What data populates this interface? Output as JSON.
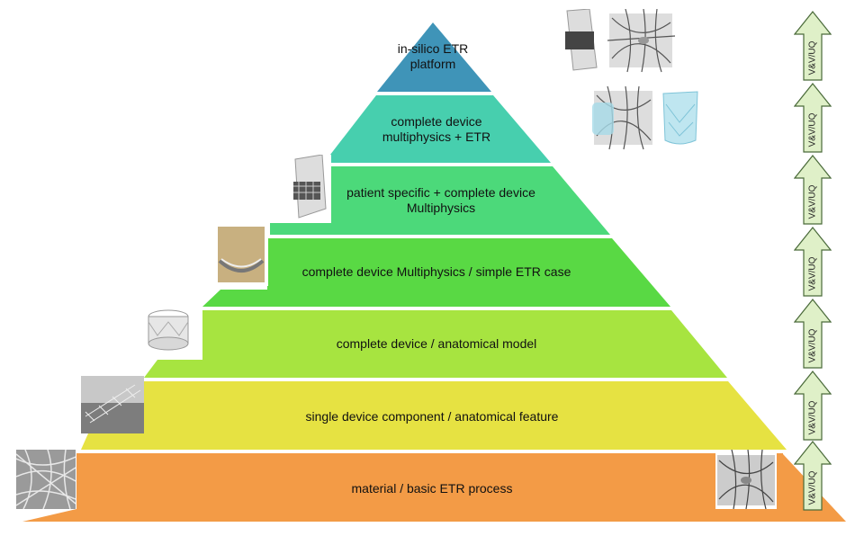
{
  "layers": [
    {
      "label_lines": [
        "in-silico ETR",
        "platform"
      ],
      "color": "#3f94b8"
    },
    {
      "label_lines": [
        "complete device",
        "multiphysics + ETR"
      ],
      "color": "#47cfae"
    },
    {
      "label_lines": [
        "patient specific + complete device",
        "Multiphysics"
      ],
      "color": "#4cd97a"
    },
    {
      "label_lines": [
        "complete device Multiphysics / simple ETR case"
      ],
      "color": "#59d944"
    },
    {
      "label_lines": [
        "complete device / anatomical model"
      ],
      "color": "#a7e440"
    },
    {
      "label_lines": [
        "single device component / anatomical feature"
      ],
      "color": "#e6e242"
    },
    {
      "label_lines": [
        "material / basic ETR process"
      ],
      "color": "#f39b46"
    }
  ],
  "arrows": {
    "label": "V&V/UQ",
    "count": 7,
    "fill": "#dff0c8",
    "stroke": "#4a6a3a"
  }
}
